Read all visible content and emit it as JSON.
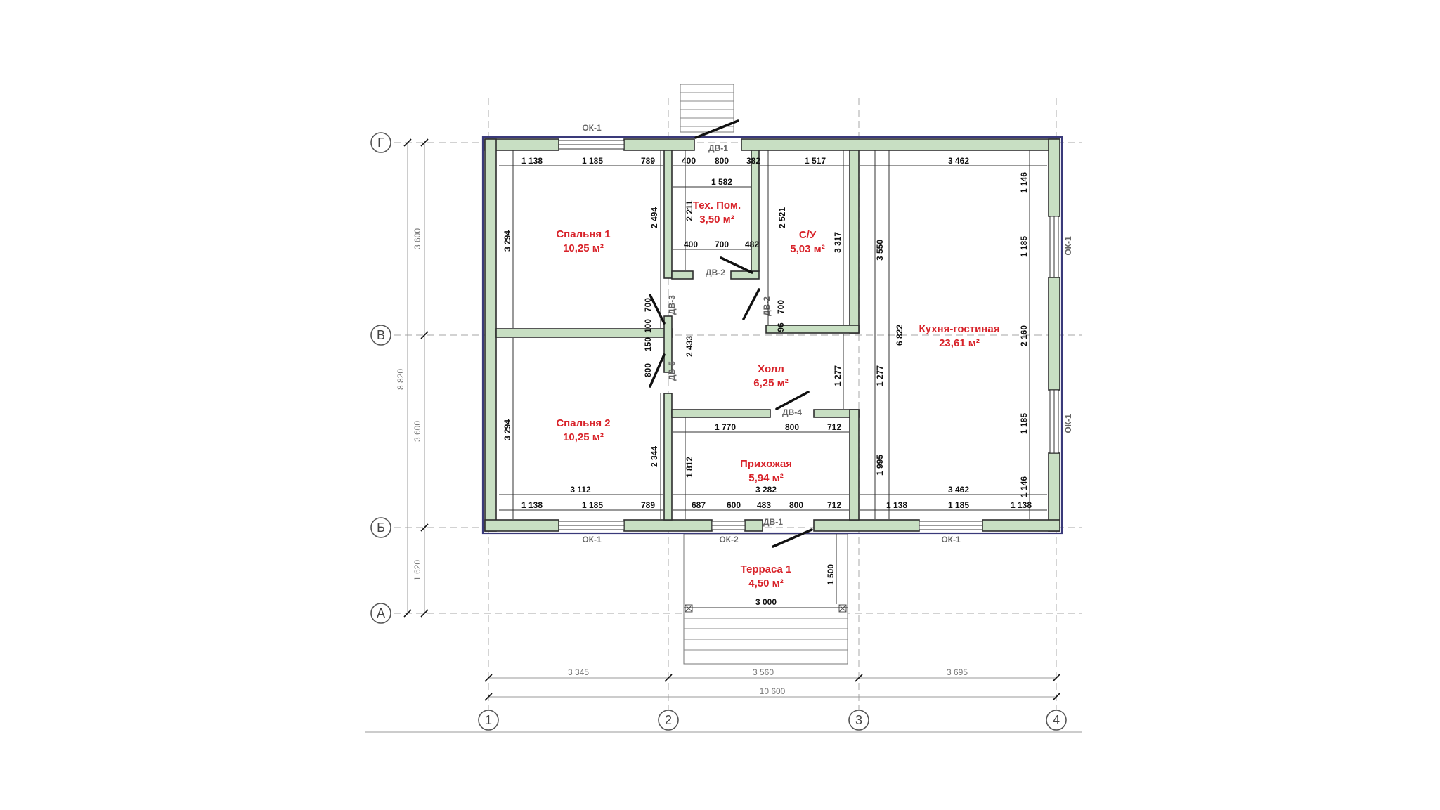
{
  "axes": {
    "letters": [
      "Г",
      "В",
      "Б",
      "А"
    ],
    "numbers": [
      "1",
      "2",
      "3",
      "4"
    ]
  },
  "left_dims": {
    "total": "8 820",
    "segments": [
      "3 600",
      "3 600",
      "1 620"
    ]
  },
  "bottom_dims": {
    "segments": [
      "3 345",
      "3 560",
      "3 695"
    ],
    "total": "10 600"
  },
  "rooms": [
    {
      "name": "Спальня 1",
      "area": "10,25 м²"
    },
    {
      "name": "Тех. Пом.",
      "area": "3,50 м²"
    },
    {
      "name": "С/У",
      "area": "5,03 м²"
    },
    {
      "name": "Кухня-гостиная",
      "area": "23,61 м²"
    },
    {
      "name": "Холл",
      "area": "6,25 м²"
    },
    {
      "name": "Спальня 2",
      "area": "10,25 м²"
    },
    {
      "name": "Прихожая",
      "area": "5,94 м²"
    },
    {
      "name": "Терраса 1",
      "area": "4,50 м²"
    }
  ],
  "openings": {
    "ok1_top": "ОК-1",
    "dv1_top": "ДВ-1",
    "dv2_tech": "ДВ-2",
    "dv2_wc": "ДВ-2",
    "dv3": "ДВ-3",
    "dv5": "ДВ-5",
    "dv4": "ДВ-4",
    "ok1_right_top": "ОК-1",
    "ok1_right_bottom": "ОК-1",
    "ok1_bottom_left": "ОК-1",
    "ok2_bottom": "ОК-2",
    "dv1_bottom": "ДВ-1",
    "ok1_bottom_right": "ОК-1"
  },
  "inner_dims": {
    "top_row_left": [
      "1 138",
      "1 185",
      "789"
    ],
    "top_row_tech": [
      "400",
      "800",
      "382"
    ],
    "top_row_wc": "1 517",
    "top_row_kitchen": "3 462",
    "tech_width": "1 582",
    "tech_height": "2 211",
    "tech_bottom": [
      "400",
      "700",
      "482"
    ],
    "wc_height": "2 521",
    "wc_full": "3 317",
    "bed1_height": "3 294",
    "bed1_right": "2 494",
    "hall_vert": [
      "700",
      "100",
      "150",
      "800"
    ],
    "hall_height": "2 433",
    "dv2_wc_side": "700",
    "dv2_wc_small": "96",
    "kitchen_left": "3 550",
    "kitchen_full": "6 822",
    "kitchen_lower": "1 277",
    "hall_right": "1 277",
    "kitchen_right": [
      "1 146",
      "1 185",
      "2 160",
      "1 185",
      "1 146"
    ],
    "bed2_height": "3 294",
    "bed2_right": "2 344",
    "bed2_width": "3 112",
    "hall_row": [
      "1 770",
      "800",
      "712"
    ],
    "entry_height": "1 812",
    "entry_width": "3 282",
    "kitchen_lower_left": "1 995",
    "kitchen_bottom_width": "3 462",
    "bottom_row_left": [
      "1 138",
      "1 185",
      "789"
    ],
    "bottom_row_entry": [
      "687",
      "600",
      "483",
      "800",
      "712"
    ],
    "bottom_row_kitchen": [
      "1 138",
      "1 185",
      "1 138"
    ],
    "terrace_height": "1 500",
    "terrace_width": "3 000"
  }
}
